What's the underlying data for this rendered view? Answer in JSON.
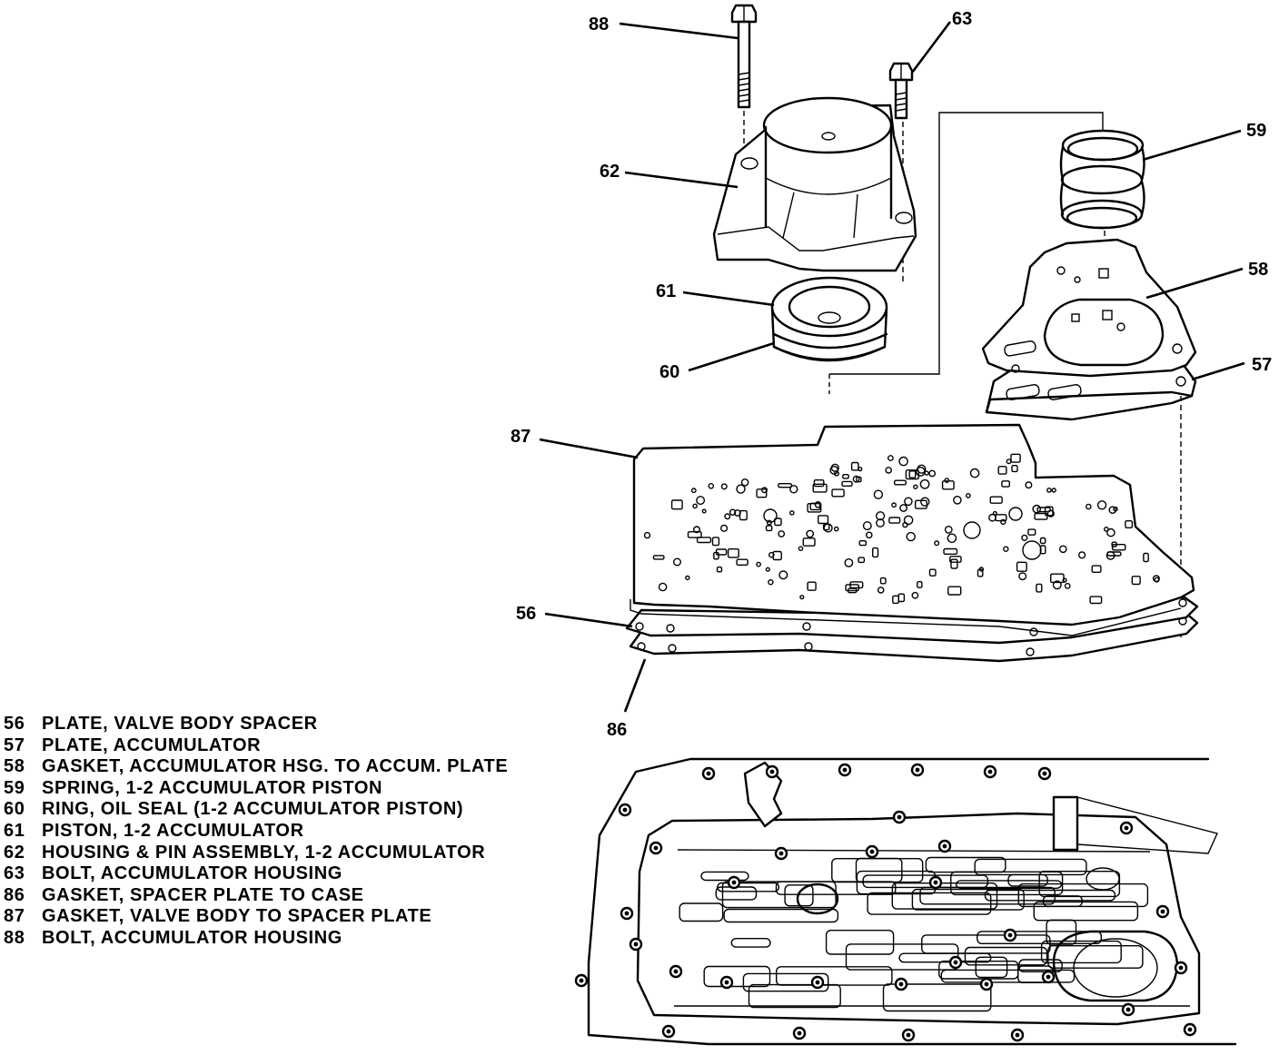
{
  "callouts": [
    {
      "num": "88"
    },
    {
      "num": "63"
    },
    {
      "num": "59"
    },
    {
      "num": "62"
    },
    {
      "num": "58"
    },
    {
      "num": "61"
    },
    {
      "num": "60"
    },
    {
      "num": "57"
    },
    {
      "num": "87"
    },
    {
      "num": "56"
    },
    {
      "num": "86"
    }
  ],
  "legend": [
    {
      "num": "56",
      "text": "PLATE, VALVE BODY SPACER"
    },
    {
      "num": "57",
      "text": "PLATE, ACCUMULATOR"
    },
    {
      "num": "58",
      "text": "GASKET, ACCUMULATOR HSG. TO ACCUM. PLATE"
    },
    {
      "num": "59",
      "text": "SPRING, 1-2 ACCUMULATOR PISTON"
    },
    {
      "num": "60",
      "text": "RING, OIL SEAL (1-2 ACCUMULATOR PISTON)"
    },
    {
      "num": "61",
      "text": "PISTON, 1-2 ACCUMULATOR"
    },
    {
      "num": "62",
      "text": "HOUSING & PIN ASSEMBLY, 1-2 ACCUMULATOR"
    },
    {
      "num": "63",
      "text": "BOLT, ACCUMULATOR HOUSING"
    },
    {
      "num": "86",
      "text": "GASKET, SPACER PLATE TO CASE"
    },
    {
      "num": "87",
      "text": "GASKET, VALVE BODY TO SPACER PLATE"
    },
    {
      "num": "88",
      "text": "BOLT, ACCUMULATOR HOUSING"
    }
  ]
}
